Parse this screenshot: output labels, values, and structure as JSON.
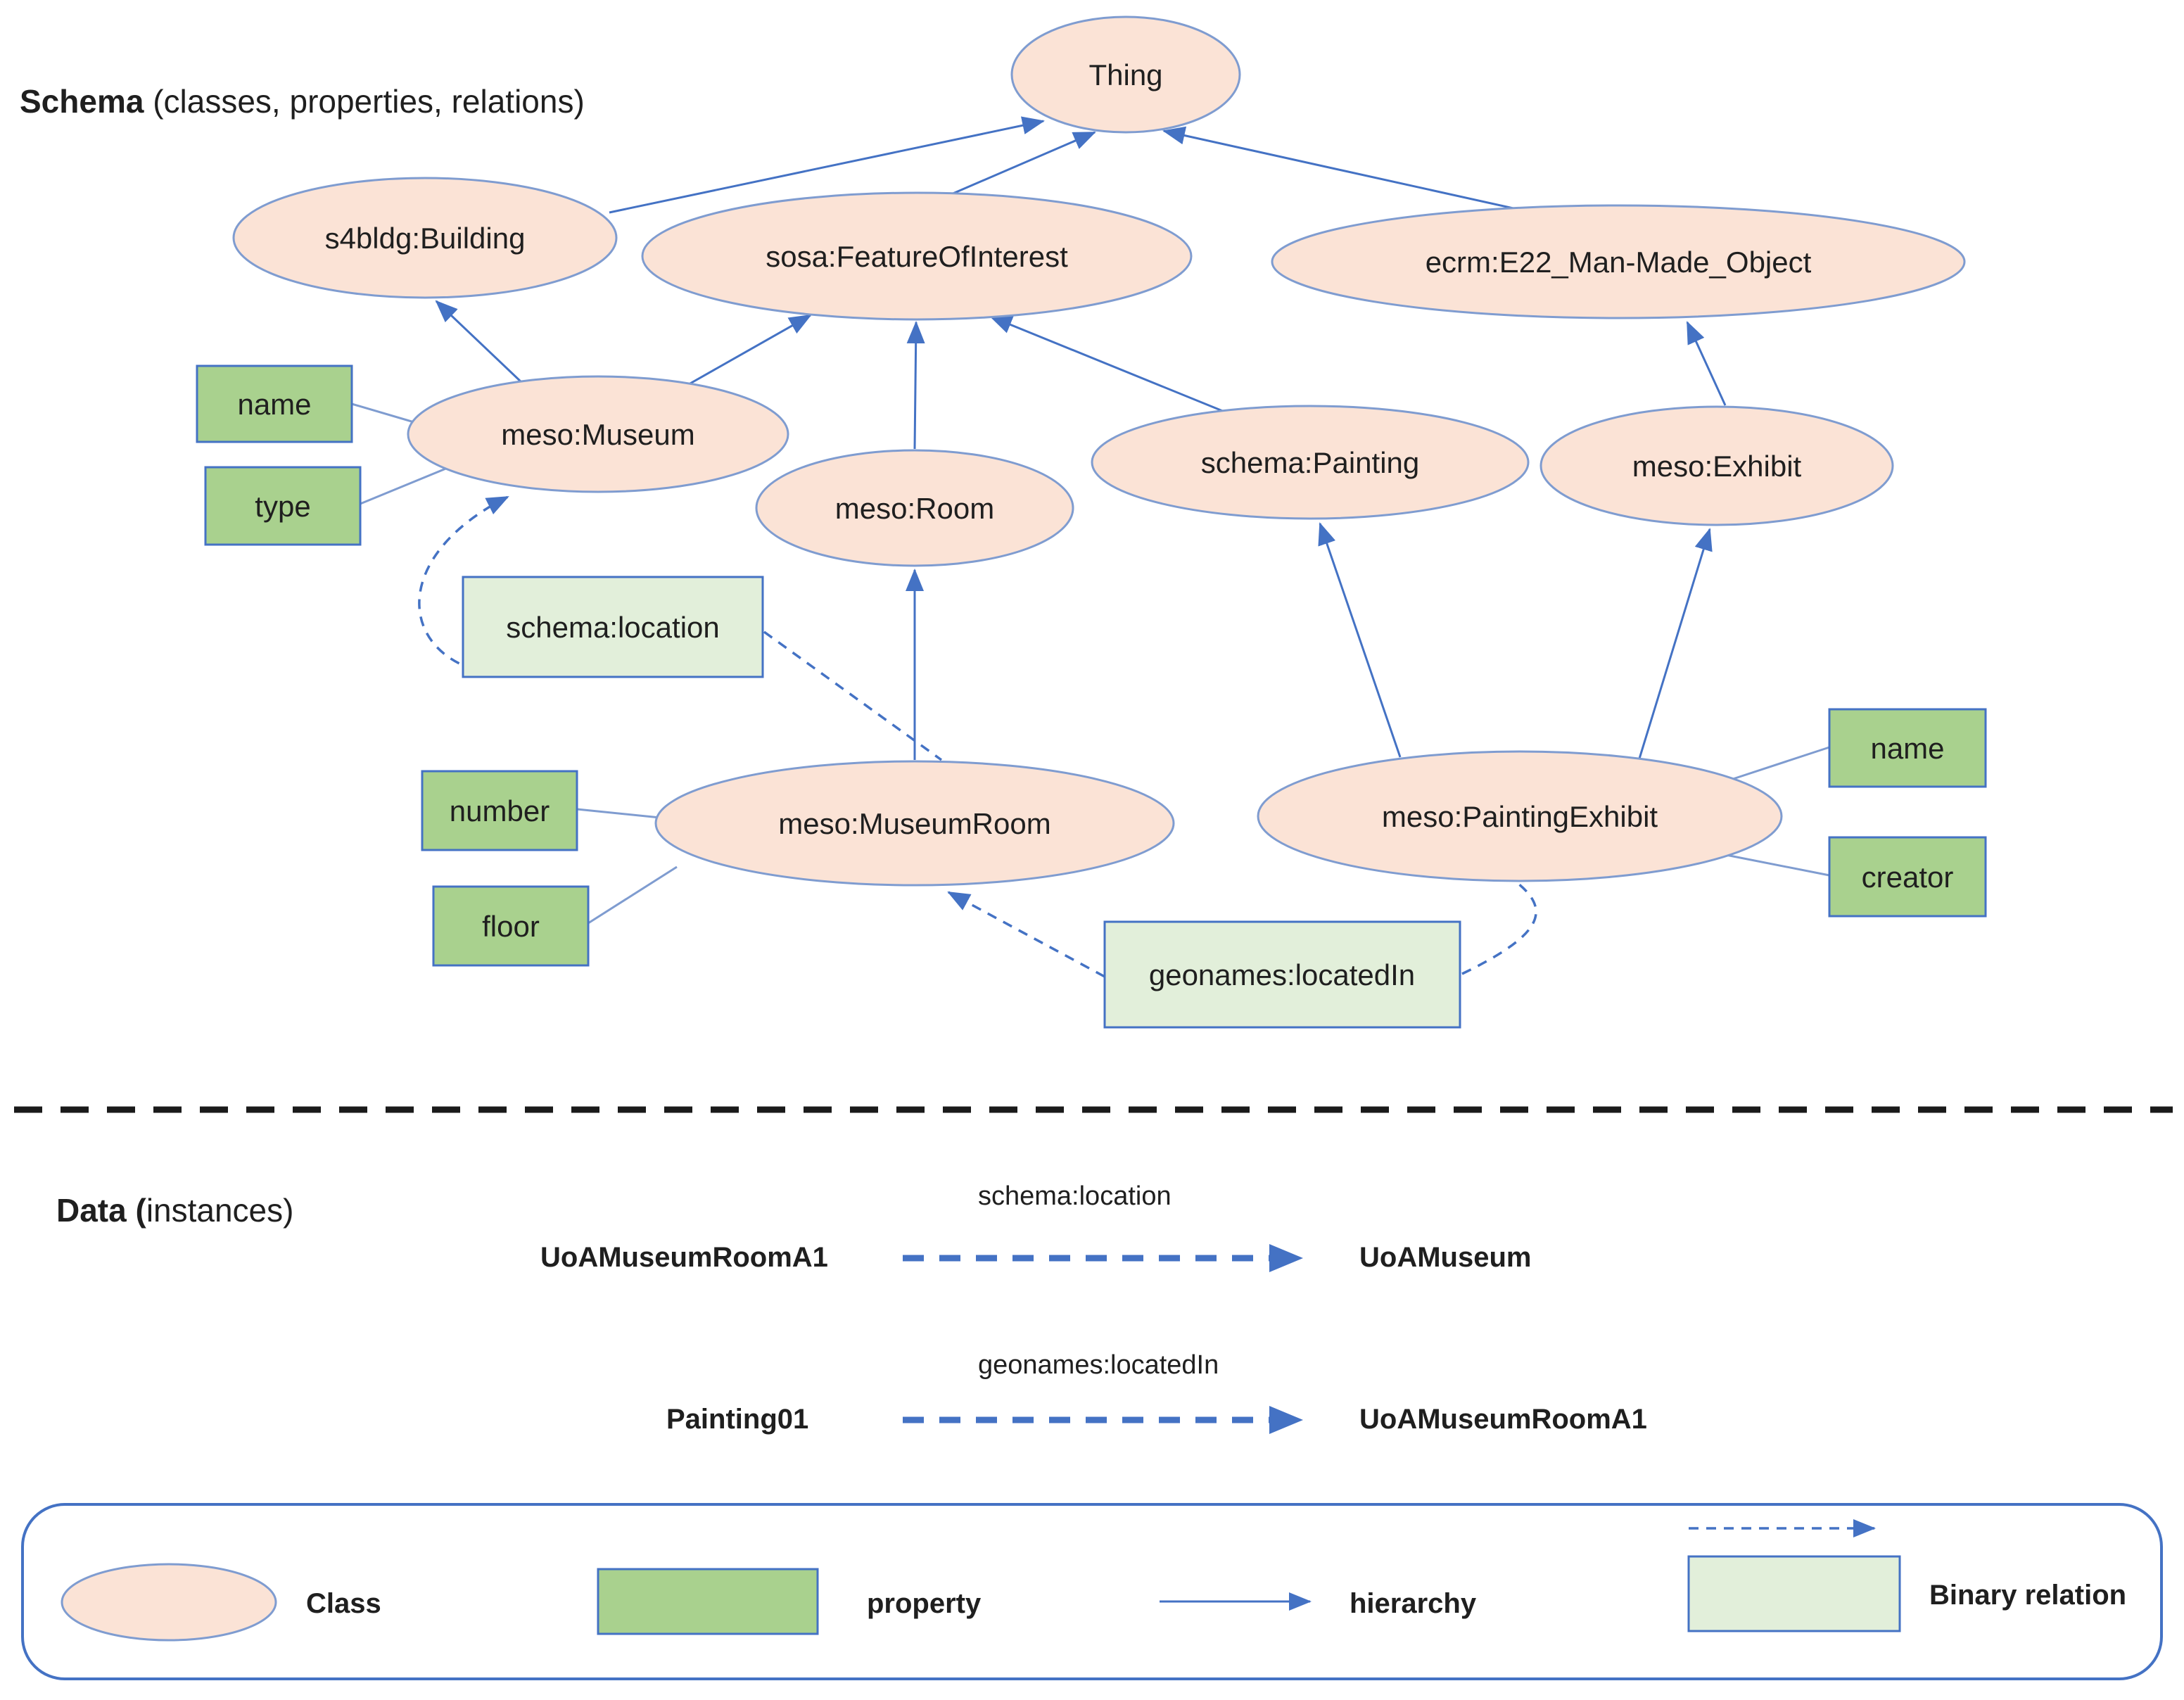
{
  "title": {
    "heading_bold": "Schema",
    "heading_rest": " (classes, properties, relations)"
  },
  "schema": {
    "classes": {
      "thing": "Thing",
      "building": "s4bldg:Building",
      "feature_of_interest": "sosa:FeatureOfInterest",
      "man_made_object": "ecrm:E22_Man-Made_Object",
      "museum": "meso:Museum",
      "room": "meso:Room",
      "painting": "schema:Painting",
      "exhibit": "meso:Exhibit",
      "museum_room": "meso:MuseumRoom",
      "painting_exhibit": "meso:PaintingExhibit"
    },
    "properties": {
      "museum_name": "name",
      "museum_type": "type",
      "room_number": "number",
      "room_floor": "floor",
      "exhibit_name": "name",
      "exhibit_creator": "creator"
    },
    "relations": {
      "location": "schema:location",
      "located_in": "geonames:locatedIn"
    }
  },
  "data_section": {
    "heading_bold": "Data (",
    "heading_rest": "instances)",
    "rows": [
      {
        "subject": "UoAMuseumRoomA1",
        "predicate": "schema:location",
        "object": "UoAMuseum"
      },
      {
        "subject": "Painting01",
        "predicate": "geonames:locatedIn",
        "object": "UoAMuseumRoomA1"
      }
    ]
  },
  "legend": {
    "class_label": "Class",
    "property_label": "property",
    "hierarchy_label": "hierarchy",
    "binary_relation_label": "Binary relation"
  },
  "colors": {
    "class_fill": "#FBE3D6",
    "class_stroke": "#7F9CD0",
    "property_fill": "#A9D18E",
    "binary_relation_fill": "#E2EFDA",
    "box_stroke": "#4472C4",
    "arrow_blue": "#4472C4",
    "divider_black": "#1a1a1a"
  }
}
